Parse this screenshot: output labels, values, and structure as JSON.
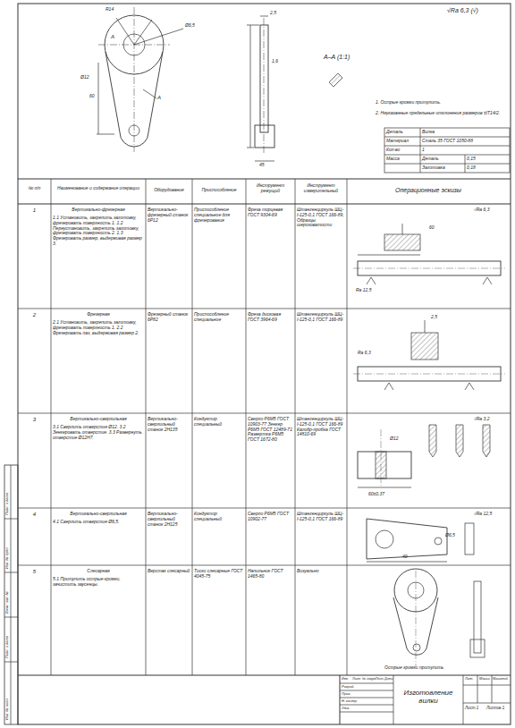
{
  "diagram": {
    "labels": [
      "√Ra 6,3 (√)",
      "R14",
      "Ø6,5",
      "A",
      "A",
      "Ø12",
      "2,5",
      "1,6",
      "45",
      "60",
      "A–A (1:1)",
      "1. Острые кромки притупить.",
      "2. Неуказанные предельные отклонения размеров ±IT14/2.",
      "Деталь",
      "Вилка",
      "Материал",
      "Сталь 35 ГОСТ 1050-88",
      "Кол-во",
      "1",
      "Масса",
      "Деталь",
      "0,15",
      "Заготовка",
      "0,18",
      "№ п/п",
      "Наименование и содержание операции",
      "Оборудование",
      "Приспособление",
      "Инструмент режущий",
      "Инструмент измерительный",
      "Операционные эскизы",
      "1",
      "Вертикально-фрезерная",
      "1.1 Установить, закрепить заготовку, фрезеровать поверхность 1. 1.2 Переустановить, закрепить заготовку, фрезеровать поверхность 2. 1.3 Фрезеровать размер, выдерживая размер 3.",
      "Вертикально-фрезерный станок 6Р12",
      "Приспособление специальное для фрезерования",
      "Фреза торцевая ГОСТ 9304-69",
      "Штангенциркуль ШЦ-I-125-0,1 ГОСТ 166-89, Образцы шероховатости",
      "√Ra 6,3",
      "Ra 12,5",
      "60",
      "2",
      "Фрезерная",
      "2.1 Установить, закрепить заготовку, фрезеровать поверхность 1. 2.2 Фрезеровать паз, выдерживая размер 2.",
      "Фрезерный станок 6Р82",
      "Приспособление специальное",
      "Фреза дисковая ГОСТ 3964-69",
      "Штангенциркуль ШЦ-I-125-0,1 ГОСТ 166-89",
      "Ra 6,3",
      "2,5",
      "3",
      "Вертикально-сверлильная",
      "3.1 Сверлить отверстие Ø12. 3.2 Зенкеровать отверстие. 3.3 Развернуть отверстие Ø12H7.",
      "Вертикально-сверлильный станок 2Н135",
      "Кондуктор специальный",
      "Сверло Р6М5 ГОСТ 10903-77 Зенкер Р6М5 ГОСТ 12489-71 Развертка Р6М5 ГОСТ 1672-80",
      "Штангенциркуль ШЦ-I-125-0,1 ГОСТ 166-89 Калибр-пробка ГОСТ 14810-69",
      "√Ra 3,2",
      "Ø12",
      "60±0,37",
      "4",
      "Вертикально-сверлильная",
      "4.1 Сверлить отверстие Ø6,5.",
      "Вертикально-сверлильный станок 2Н125",
      "Кондуктор специальный",
      "Сверло Р6М5 ГОСТ 10902-77",
      "Штангенциркуль ШЦ-I-125-0,1 ГОСТ 166-89",
      "√Ra 12,5",
      "Ø6,5",
      "40",
      "5",
      "Слесарная",
      "5.1 Притупить острые кромки, зачистить заусенцы.",
      "Верстак слесарный",
      "Тиски слесарные ГОСТ 4045-75",
      "Напильник ГОСТ 1465-80",
      "Визуально",
      "Острые кромки притупить",
      "Изготовление вилки",
      "Лит.",
      "Масса",
      "Масштаб",
      "Лист 1",
      "Листов 1",
      "Изм.",
      "Лист",
      "№ докум.",
      "Подп.",
      "Дата",
      "Разраб.",
      "Пров.",
      "Н. контр.",
      "Утв.",
      "Инв. № подл.",
      "Подп. и дата",
      "Взам. инв. №",
      "Инв. № дубл.",
      "Подп. и дата"
    ]
  }
}
